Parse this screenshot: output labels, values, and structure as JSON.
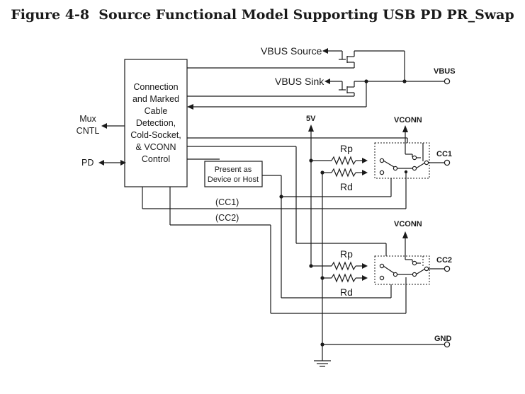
{
  "title": "Figure 4-8  Source Functional Model Supporting USB PD PR_Swap",
  "labels": {
    "vbus_source": "VBUS Source",
    "vbus_sink": "VBUS Sink",
    "vbus_right": "VBUS",
    "control_block": [
      "Connection",
      "and Marked",
      "Cable",
      "Detection,",
      "Cold-Socket,",
      "& VCONN",
      "Control"
    ],
    "present_block": [
      "Present as",
      "Device or Host"
    ],
    "mux": [
      "Mux",
      "CNTL"
    ],
    "pd": "PD",
    "five_v": "5V",
    "vconn_top": "VCONN",
    "vconn_bottom": "VCONN",
    "cc1_port": "CC1",
    "cc2_port": "CC2",
    "rp_top": "Rp",
    "rd_top": "Rd",
    "rp_bottom": "Rp",
    "rd_bottom": "Rd",
    "cc1_bus": "(CC1)",
    "cc2_bus": "(CC2)",
    "gnd": "GND"
  }
}
